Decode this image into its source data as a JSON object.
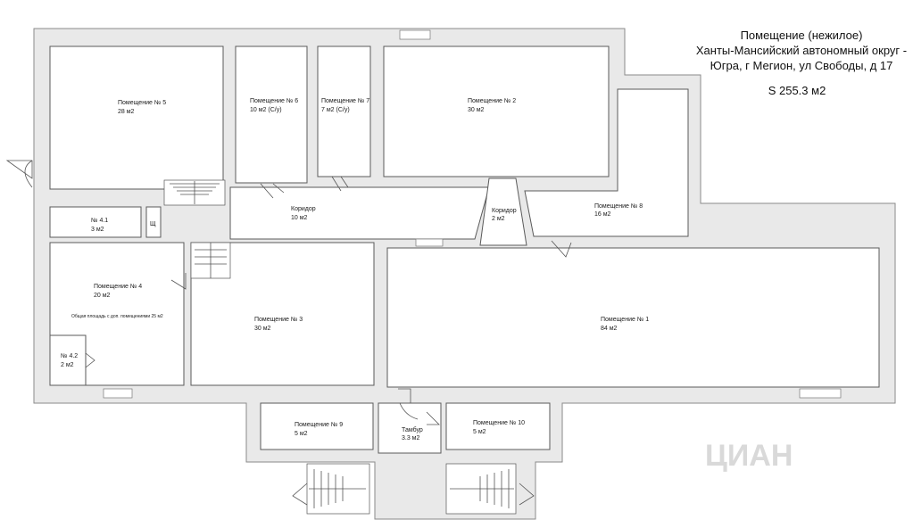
{
  "header": {
    "line1": "Помещение (нежилое)",
    "line2": "Ханты-Мансийский автономный округ -",
    "line3": "Югра, г Мегион, ул Свободы, д 17",
    "area": "S 255.3 м2"
  },
  "rooms": {
    "room5": {
      "name": "Помещение № 5",
      "area": "28 м2"
    },
    "room6": {
      "name": "Помещение № 6",
      "area": "10 м2 (С/у)"
    },
    "room7": {
      "name": "Помещение № 7",
      "area": "7 м2 (С/у)"
    },
    "room2": {
      "name": "Помещение № 2",
      "area": "30 м2"
    },
    "room8": {
      "name": "Помещение № 8",
      "area": "16 м2"
    },
    "corridor1": {
      "name": "Коридор",
      "area": "10 м2"
    },
    "corridor2": {
      "name": "Коридор",
      "area": "2 м2"
    },
    "room41": {
      "name": "№ 4.1",
      "area": "3 м2"
    },
    "shield": {
      "name": "Щ"
    },
    "room4": {
      "name": "Помещение № 4",
      "area": "20 м2",
      "note": "Общая площадь с доп. помещениями 25 м2"
    },
    "room42": {
      "name": "№ 4.2",
      "area": "2 м2"
    },
    "room3": {
      "name": "Помещение № 3",
      "area": "30 м2"
    },
    "room1": {
      "name": "Помещение № 1",
      "area": "84 м2"
    },
    "room9": {
      "name": "Помещение № 9",
      "area": "5 м2"
    },
    "tambur": {
      "name": "Тамбур",
      "area": "3.3 м2"
    },
    "room10": {
      "name": "Помещение № 10",
      "area": "5 м2"
    }
  },
  "watermark": "ЦИАН",
  "colors": {
    "wall": "#e9e9e9",
    "outline": "#5a5a5a",
    "background": "#ffffff"
  }
}
